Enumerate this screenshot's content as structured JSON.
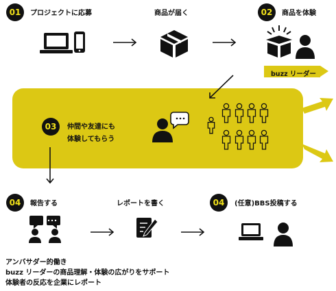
{
  "steps": {
    "s01": {
      "num": "01",
      "label": "プロジェクトに応募"
    },
    "deliver": {
      "label": "商品が届く"
    },
    "s02": {
      "num": "02",
      "label": "商品を体験",
      "tag": "buzz リーダー"
    },
    "s03": {
      "num": "03",
      "line1": "仲間や友達にも",
      "line2": "体験してもらう"
    },
    "s04a": {
      "num": "04",
      "label": "報告する"
    },
    "report": {
      "label": "レポートを書く"
    },
    "s04b": {
      "num": "04",
      "label": "(任意)BBS投稿する"
    }
  },
  "footer": {
    "title": "アンバサダー的働き",
    "line1": "buzz リーダーの商品理解・体験の広がりをサポート",
    "line2": "体験者の反応を企業にレポート"
  },
  "colors": {
    "accent": "#dcc814",
    "badge_text": "#f2e21a",
    "ink": "#111111"
  }
}
